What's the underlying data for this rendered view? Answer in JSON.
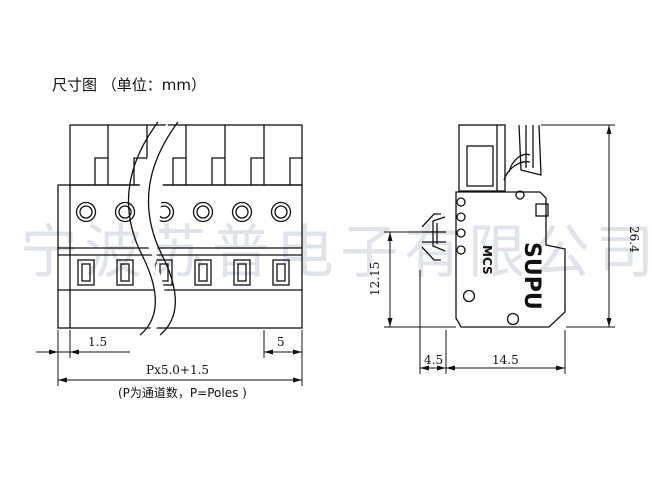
{
  "header": {
    "title": "尺寸图 （单位：mm）"
  },
  "watermark": {
    "text": "宁波苏普电子有限公司"
  },
  "front_view": {
    "dim_left_edge": "1.5",
    "dim_pitch": "5",
    "dim_total": "Px5.0+1.5",
    "note": "(P为通道数，P=Poles )"
  },
  "side_view": {
    "dim_height": "26.4",
    "dim_pin_height": "12.15",
    "dim_left": "4.5",
    "dim_width": "14.5",
    "brand_mark": "SUPU",
    "model_mark": "MCS"
  }
}
